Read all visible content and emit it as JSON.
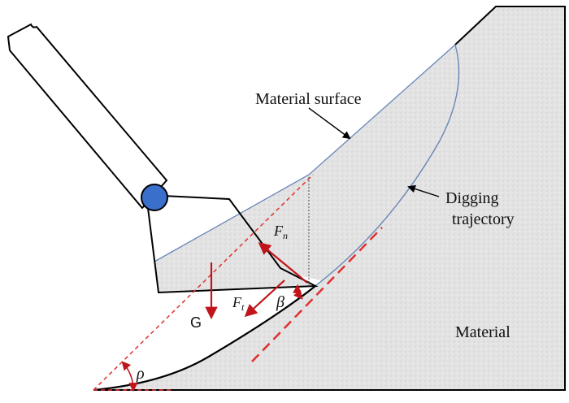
{
  "labels": {
    "material_surface": "Material surface",
    "digging_trajectory_line1": "Digging",
    "digging_trajectory_line2": "trajectory",
    "material": "Material",
    "gravity": "G",
    "normal_force_main": "F",
    "normal_force_sub": "n",
    "tangential_force_main": "F",
    "tangential_force_sub": "t",
    "beta": "β",
    "rho": "ρ"
  },
  "colors": {
    "material_fill": "#e2e2e2",
    "outline": "#000000",
    "surface_line": "#6a86b8",
    "force_arrows": "#c0151a",
    "construction_dashed": "#e03030",
    "pivot_joint": "#3a6fcb",
    "annotation_arrows": "#000000"
  }
}
